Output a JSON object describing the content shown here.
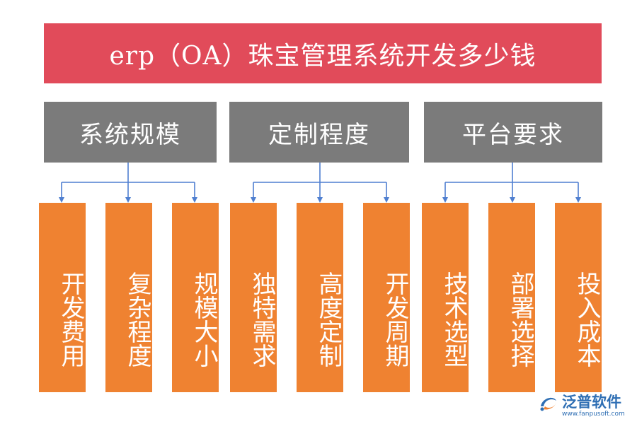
{
  "title": "erp（OA）珠宝管理系统开发多少钱",
  "categories": [
    {
      "label": "系统规模",
      "items": [
        "开发费用",
        "复杂程度",
        "规模大小"
      ]
    },
    {
      "label": "定制程度",
      "items": [
        "独特需求",
        "高度定制",
        "开发周期"
      ]
    },
    {
      "label": "平台要求",
      "items": [
        "技术选型",
        "部署选择",
        "投入成本"
      ]
    }
  ],
  "logo": {
    "name": "泛普软件",
    "url": "www.fanpusoft.com"
  },
  "colors": {
    "title_bg": "#e14b5a",
    "category_bg": "#7b7b7b",
    "leaf_bg": "#ef8231",
    "connector": "#4f7fd0",
    "logo": "#2f6fb4"
  }
}
